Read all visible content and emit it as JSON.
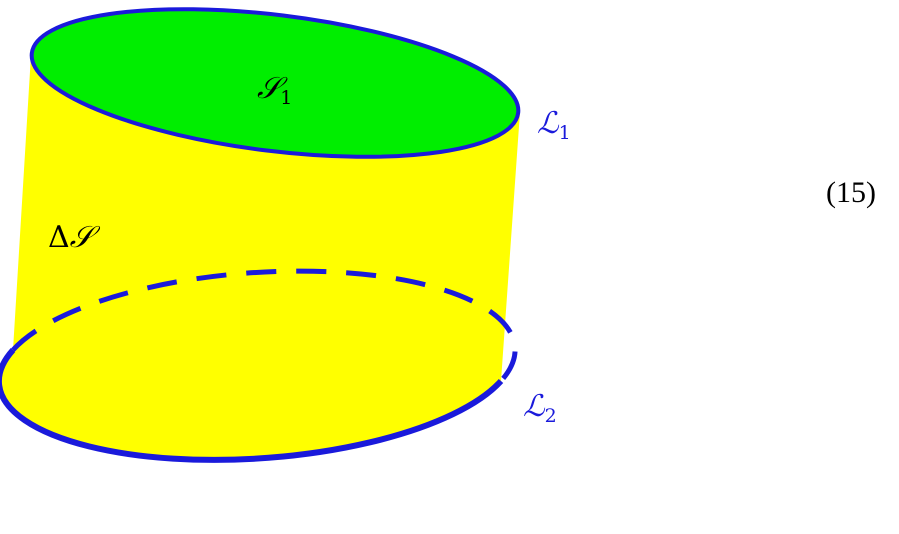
{
  "diagram": {
    "labels": {
      "top_surface": {
        "symbol": "𝒮",
        "subscript": "1"
      },
      "top_curve": {
        "symbol": "ℒ",
        "subscript": "1"
      },
      "side_surface": {
        "prefix": "Δ",
        "symbol": "𝒮"
      },
      "bottom_curve": {
        "symbol": "ℒ",
        "subscript": "2"
      }
    },
    "equation_number": "(15)",
    "colors": {
      "side_fill": "#ffff00",
      "top_fill": "#00ee00",
      "curve_stroke": "#1a1adb",
      "text_black": "#000000",
      "text_blue": "#1a1adb"
    }
  }
}
